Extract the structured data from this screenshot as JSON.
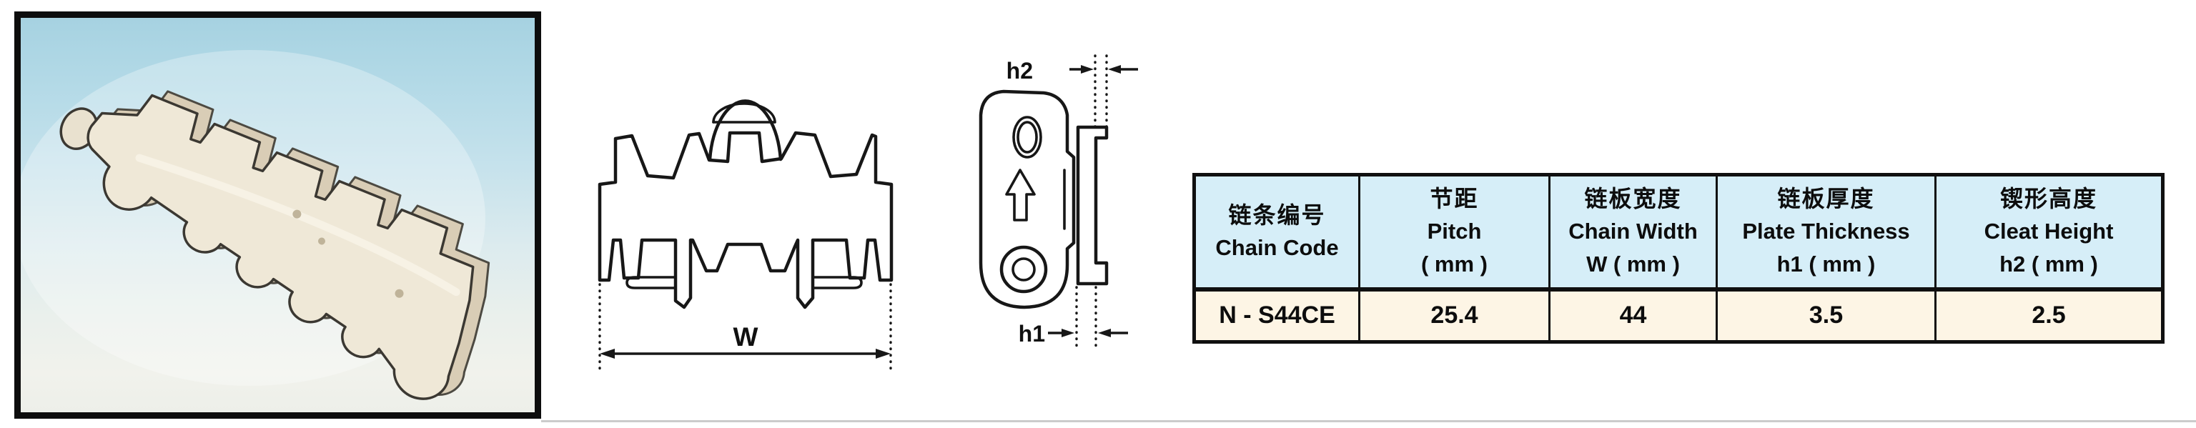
{
  "photo": {
    "description": "white plastic modular conveyor chain segment on blue gradient background",
    "frame_color": "#0d0d0d",
    "bg_top": "#a6d2e1",
    "bg_bottom": "#edefe9",
    "chain_color": "#efe8d7"
  },
  "front_view": {
    "dim_label": "W"
  },
  "side_view": {
    "dim_top_label": "h2",
    "dim_bottom_label": "h1"
  },
  "table": {
    "header_bg": "#d6eef8",
    "row_bg": "#fdf5e5",
    "border_color": "#101010",
    "columns": [
      {
        "zh": "链条编号",
        "en": "Chain Code",
        "unit": ""
      },
      {
        "zh": "节距",
        "en": "Pitch",
        "unit": "( mm )"
      },
      {
        "zh": "链板宽度",
        "en": "Chain Width",
        "unit": "W ( mm )"
      },
      {
        "zh": "链板厚度",
        "en": "Plate Thickness",
        "unit": "h1 ( mm )"
      },
      {
        "zh": "锲形高度",
        "en": "Cleat Height",
        "unit": "h2 ( mm )"
      }
    ],
    "rows": [
      [
        "N - S44CE",
        "25.4",
        "44",
        "3.5",
        "2.5"
      ]
    ]
  }
}
